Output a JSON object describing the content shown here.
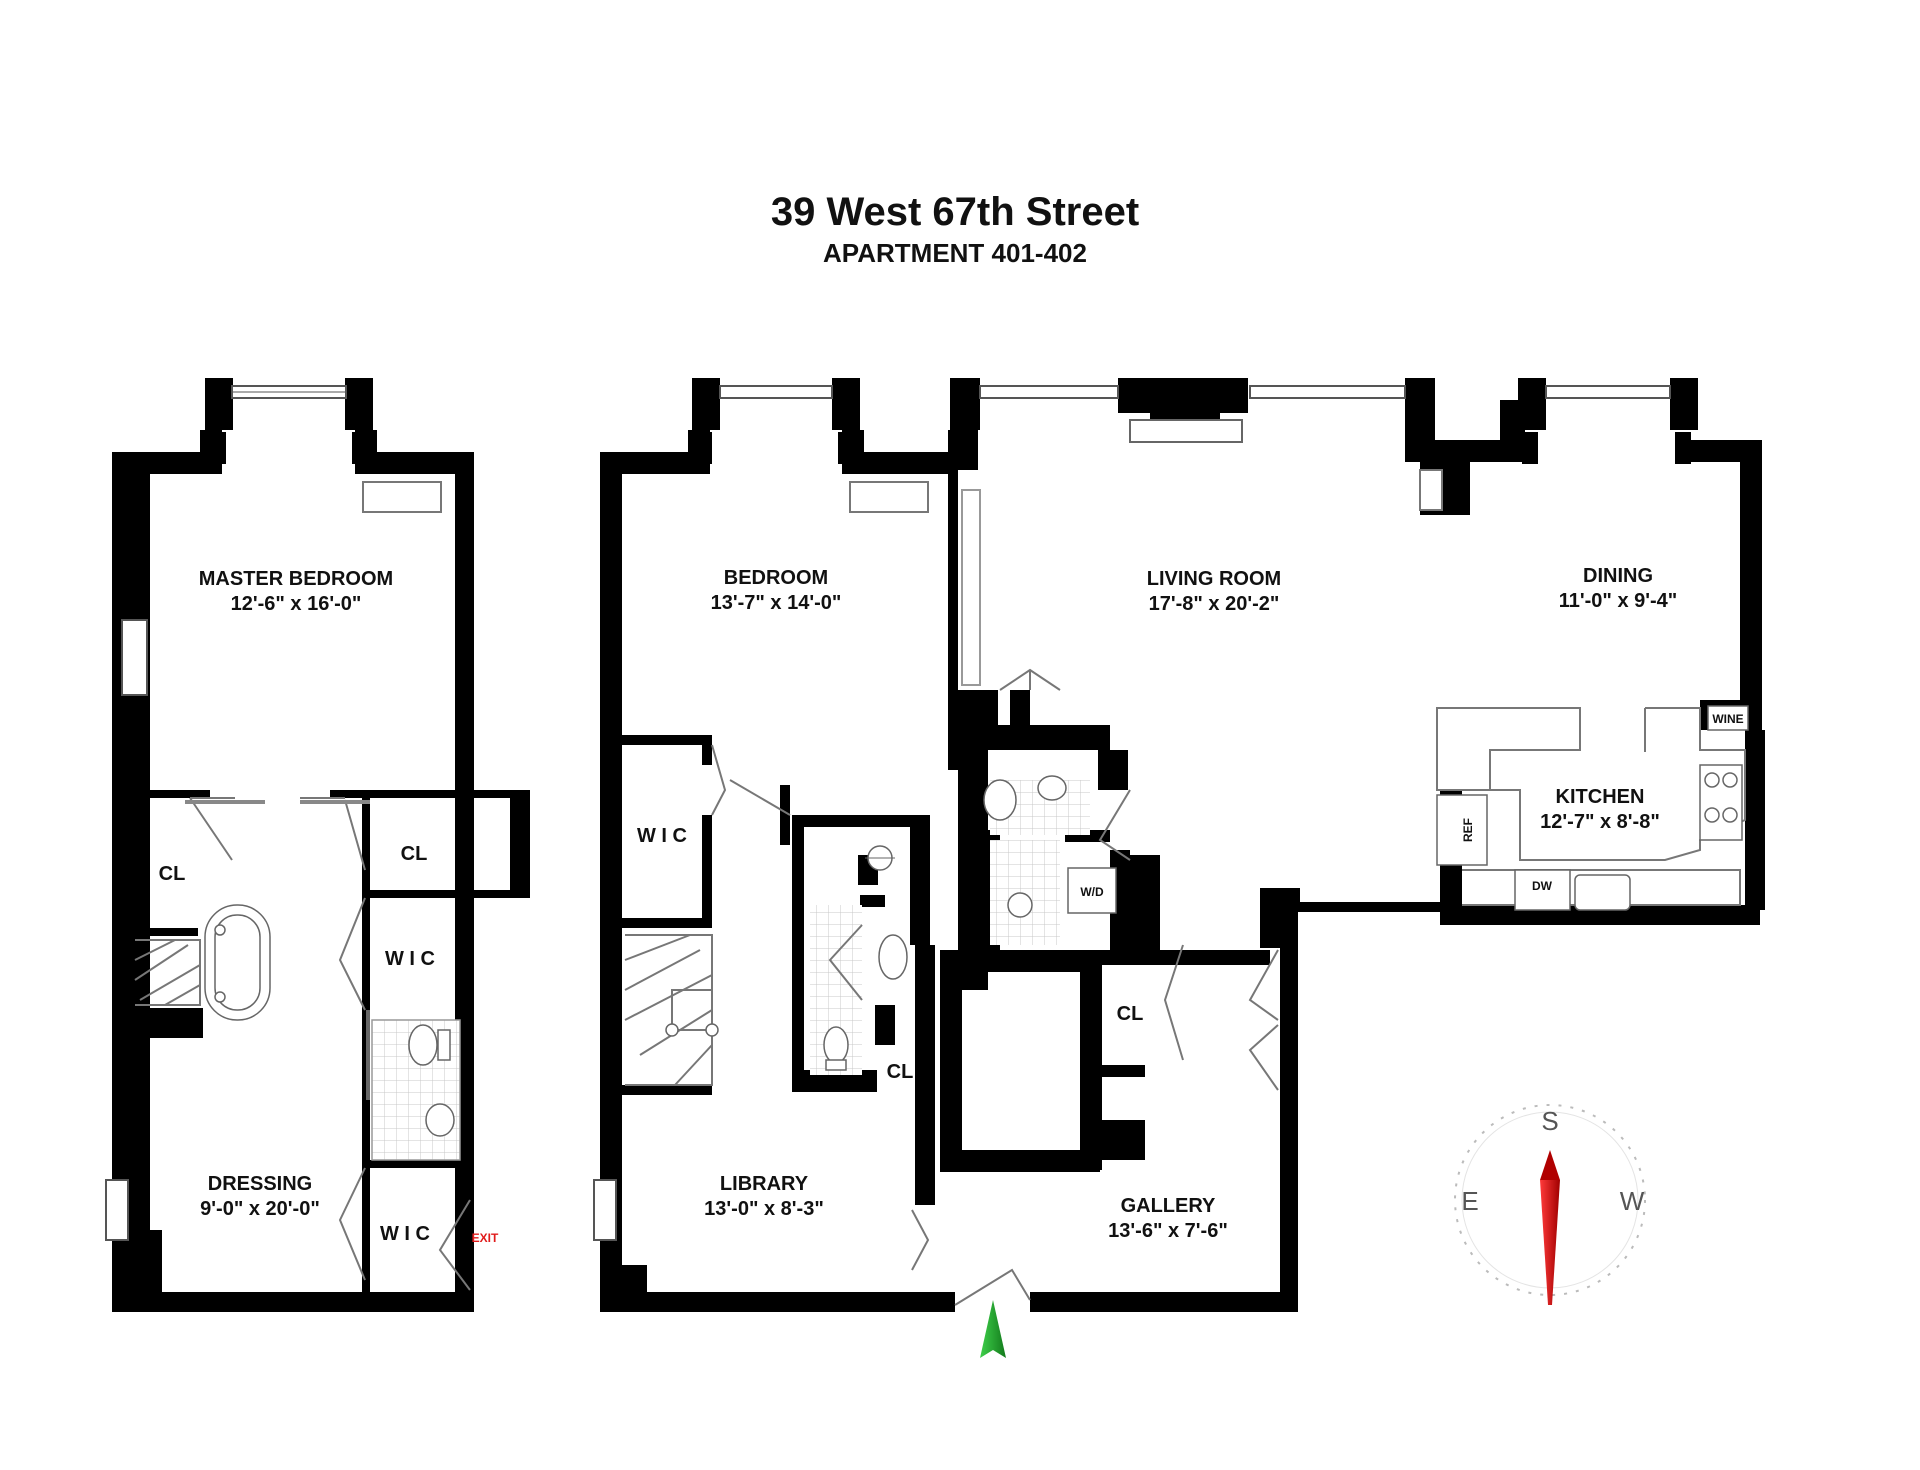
{
  "header": {
    "title": "39 West 67th Street",
    "subtitle": "APARTMENT 401-402"
  },
  "rooms": {
    "master_bedroom": {
      "name": "MASTER BEDROOM",
      "dims": "12'-6\" x 16'-0\""
    },
    "dressing": {
      "name": "DRESSING",
      "dims": "9'-0\" x 20'-0\""
    },
    "bedroom": {
      "name": "BEDROOM",
      "dims": "13'-7\" x 14'-0\""
    },
    "library": {
      "name": "LIBRARY",
      "dims": "13'-0\" x 8'-3\""
    },
    "living_room": {
      "name": "LIVING ROOM",
      "dims": "17'-8\" x 20'-2\""
    },
    "dining": {
      "name": "DINING",
      "dims": "11'-0\" x 9'-4\""
    },
    "kitchen": {
      "name": "KITCHEN",
      "dims": "12'-7\" x 8'-8\""
    },
    "gallery": {
      "name": "GALLERY",
      "dims": "13'-6\" x 7'-6\""
    }
  },
  "labels": {
    "cl": "CL",
    "wic": "W I C",
    "exit": "EXIT",
    "wd": "W/D",
    "ref": "REF",
    "dw": "DW",
    "wine": "WINE"
  },
  "compass": {
    "s": "S",
    "e": "E",
    "w": "W"
  },
  "colors": {
    "wall": "#000000",
    "exit": "#e01b1b",
    "entry_arrow": "#1f8f2a",
    "compass_needle": "#d40000"
  }
}
